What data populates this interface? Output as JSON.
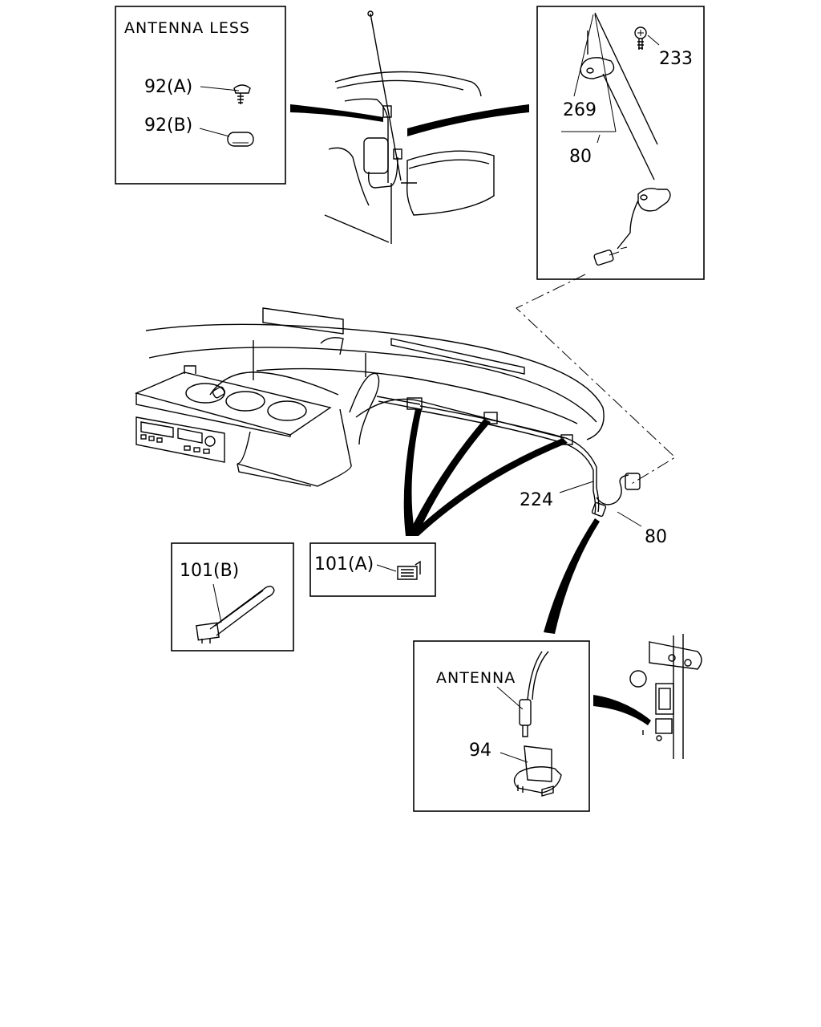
{
  "diagram": {
    "inset_antenna_less": {
      "title": "ANTENNA LESS",
      "part_a": "92(A)",
      "part_b": "92(B)"
    },
    "inset_mount": {
      "screw": "233",
      "base": "269",
      "cable": "80"
    },
    "main": {
      "cable": "224",
      "connector": "80"
    },
    "inset_clip_a": {
      "label": "101(A)"
    },
    "inset_clip_b": {
      "label": "101(B)"
    },
    "inset_connector": {
      "antenna_label": "ANTENNA",
      "holder": "94"
    }
  }
}
